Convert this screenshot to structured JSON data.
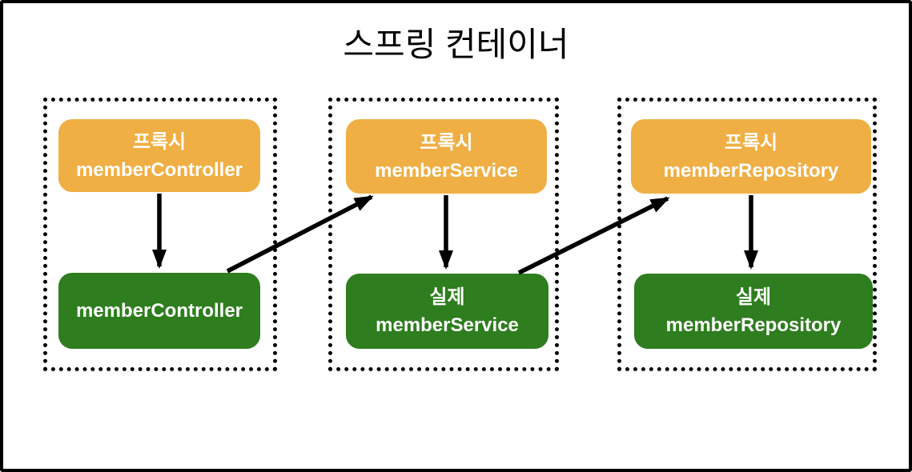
{
  "title": "스프링 컨테이너",
  "colors": {
    "proxy_box": "#F0AF44",
    "real_box": "#2E7D1E",
    "box_text": "#FFFFFF",
    "container_border": "#000000",
    "frame_border": "#000000",
    "arrow": "#000000",
    "title_text": "#000000",
    "background": "#FFFFFF"
  },
  "groups": [
    {
      "id": "controller",
      "proxy": {
        "label": "프록시",
        "bean": "memberController"
      },
      "real": {
        "label": null,
        "bean": "memberController"
      }
    },
    {
      "id": "service",
      "proxy": {
        "label": "프록시",
        "bean": "memberService"
      },
      "real": {
        "label": "실제",
        "bean": "memberService"
      }
    },
    {
      "id": "repository",
      "proxy": {
        "label": "프록시",
        "bean": "memberRepository"
      },
      "real": {
        "label": "실제",
        "bean": "memberRepository"
      }
    }
  ]
}
